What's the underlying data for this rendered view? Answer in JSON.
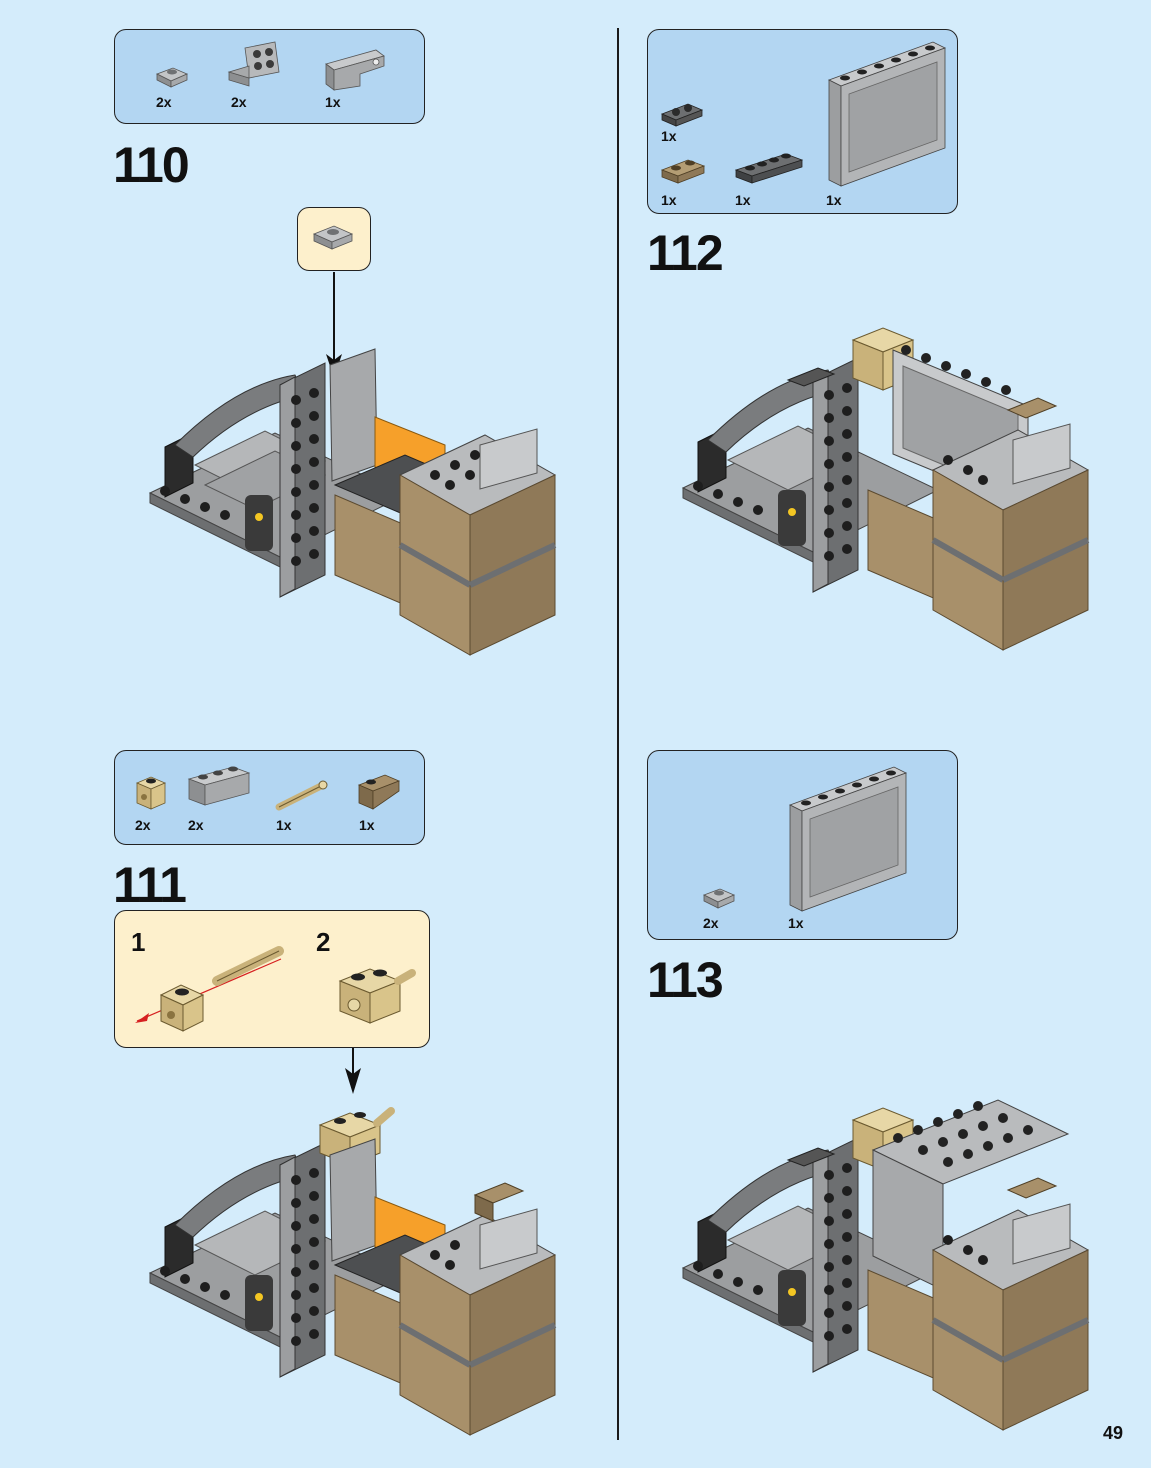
{
  "page_number": "49",
  "colors": {
    "background": "#d4ecfb",
    "parts_box": "#b3d6f2",
    "callout": "#fdf0cc",
    "light_gray": "#a7a9ab",
    "dark_gray": "#5d5f61",
    "tan": "#a8906a",
    "light_tan": "#e2cf95",
    "orange": "#f6a02a"
  },
  "steps": [
    {
      "number": "110",
      "parts": [
        {
          "name": "gray-plate-1x1",
          "qty": "2x"
        },
        {
          "name": "gray-bracket-1x2-2x2",
          "qty": "2x"
        },
        {
          "name": "gray-bar-holder-panel",
          "qty": "1x"
        }
      ]
    },
    {
      "number": "111",
      "parts": [
        {
          "name": "tan-brick-1x1-with-hole",
          "qty": "2x"
        },
        {
          "name": "gray-brick-1x3",
          "qty": "2x"
        },
        {
          "name": "tan-technic-pin",
          "qty": "1x"
        },
        {
          "name": "tan-slope-1x2",
          "qty": "1x"
        }
      ],
      "sub_steps": [
        "1",
        "2"
      ]
    },
    {
      "number": "112",
      "parts": [
        {
          "name": "dark-gray-plate-with-clip",
          "qty": "1x"
        },
        {
          "name": "tan-plate-1x2",
          "qty": "1x"
        },
        {
          "name": "dark-gray-plate-1x4",
          "qty": "1x"
        },
        {
          "name": "gray-panel-1x6x5",
          "qty": "1x"
        }
      ]
    },
    {
      "number": "113",
      "parts": [
        {
          "name": "gray-plate-1x1",
          "qty": "2x"
        },
        {
          "name": "gray-panel-1x6x5",
          "qty": "1x"
        }
      ]
    }
  ]
}
